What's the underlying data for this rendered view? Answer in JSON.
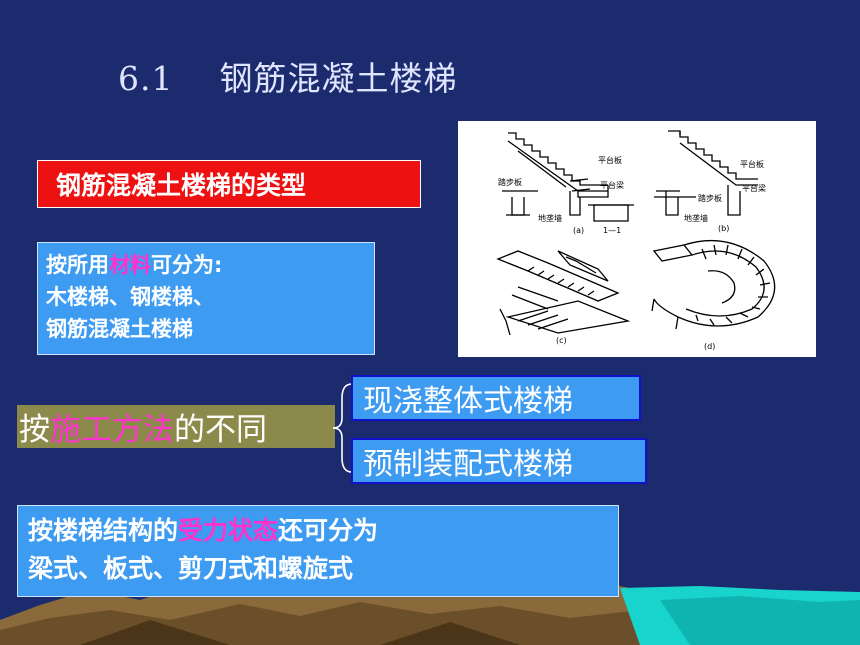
{
  "title": "6.1    钢筋混凝土楼梯",
  "types_box": {
    "label": "钢筋混凝土楼梯的类型"
  },
  "material_box": {
    "line1_prefix": "按所用",
    "line1_highlight": "材料",
    "line1_suffix": "可分为:",
    "line2": "木楼梯、钢楼梯、",
    "line3": "钢筋混凝土楼梯"
  },
  "figure": {
    "labels": {
      "platform_slab": "平台板",
      "tread_slab": "踏步板",
      "platform_beam": "平台梁",
      "ground_wall": "地垄墙",
      "section": "1—1",
      "a": "(a)",
      "b": "(b)",
      "c": "(c)",
      "d": "(d)"
    }
  },
  "construction": {
    "prefix": "按",
    "highlight": "施工方法",
    "suffix": "的不同",
    "options": [
      "现浇整体式楼梯",
      "预制装配式楼梯"
    ]
  },
  "force_box": {
    "line1_prefix": "按楼梯结构的",
    "line1_highlight": "受力状态",
    "line1_suffix": "还可分为",
    "line2": "梁式、板式、剪刀式和螺旋式"
  },
  "colors": {
    "background": "#1c2a6e",
    "red": "#ee1111",
    "blue": "#3e9bf2",
    "highlight_pink": "#ff33cc",
    "olive": "#8b8a4a",
    "teal": "#18d4cc"
  }
}
